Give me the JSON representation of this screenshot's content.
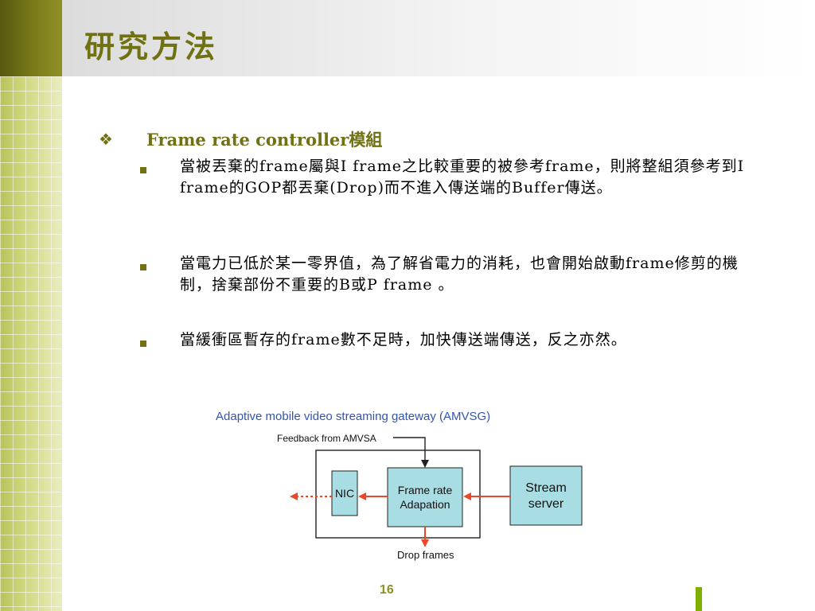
{
  "slide": {
    "title": "研究方法",
    "heading": "Frame rate controller模組",
    "bullets": [
      "當被丟棄的frame屬與I  frame之比較重要的被參考frame，則將整組須參考到I frame的GOP都丟棄(Drop)而不進入傳送端的Buffer傳送。",
      "當電力已低於某一零界值，為了解省電力的消耗，也會開始啟動frame修剪的機制，捨棄部份不重要的B或P frame 。",
      "當緩衝區暫存的frame數不足時，加快傳送端傳送，反之亦然。"
    ],
    "page_number": "16"
  },
  "diagram": {
    "title": "Adaptive mobile video streaming gateway (AMVSG)",
    "feedback_label": "Feedback from AMVSA",
    "nic_label": "NIC",
    "frame_rate_line1": "Frame rate",
    "frame_rate_line2": "Adapation",
    "stream_line1": "Stream",
    "stream_line2": "server",
    "drop_label": "Drop frames"
  },
  "colors": {
    "title": "#6f7112",
    "box_fill": "#a8dde3",
    "arrow": "#e8472a",
    "diagram_title": "#3355aa"
  },
  "icons": {
    "heading_bullet": "diamond-cluster-icon",
    "item_bullet": "square-bullet-icon"
  }
}
